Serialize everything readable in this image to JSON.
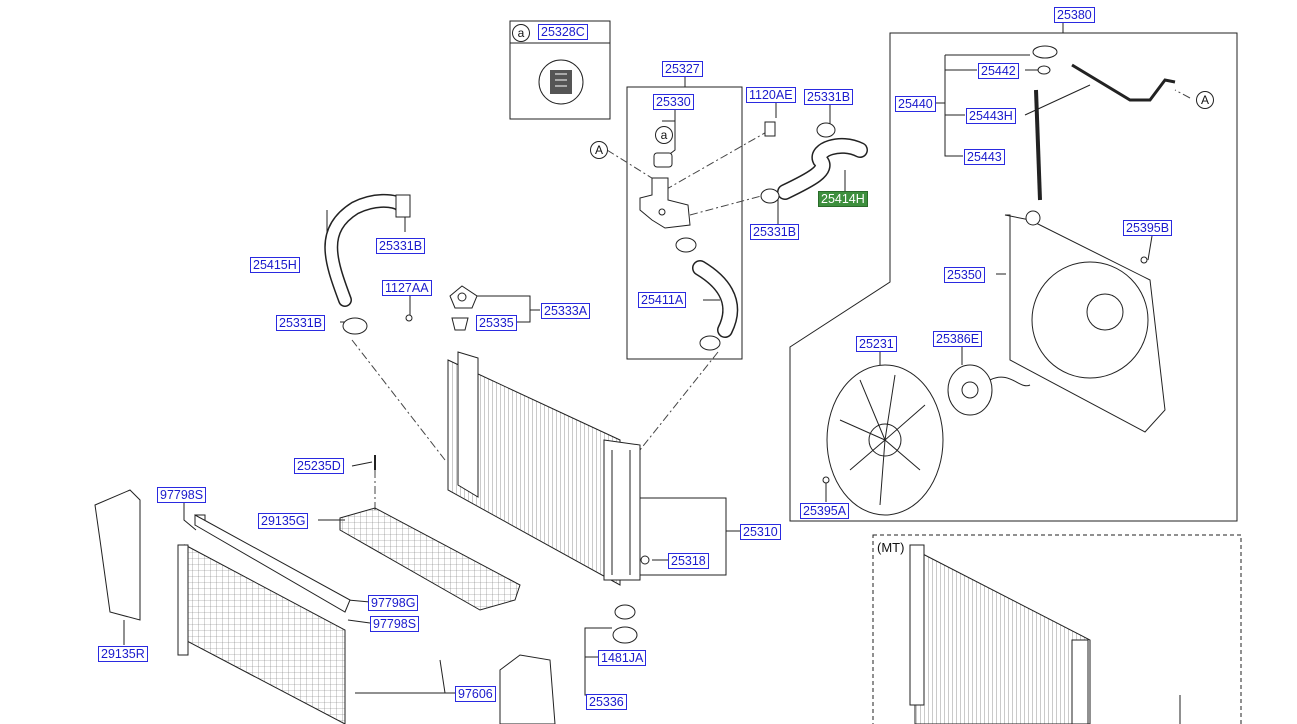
{
  "parts": {
    "p25380": "25380",
    "p25328C": "25328C",
    "p25327": "25327",
    "p25330": "25330",
    "p1120AE": "1120AE",
    "p25331B_a": "25331B",
    "p25331B_b": "25331B",
    "p25331B_c": "25331B",
    "p25331B_d": "25331B",
    "p25414H": "25414H",
    "p25415H": "25415H",
    "p1127AA": "1127AA",
    "p25333A": "25333A",
    "p25335": "25335",
    "p25411A": "25411A",
    "p25442": "25442",
    "p25440": "25440",
    "p25443H": "25443H",
    "p25443": "25443",
    "p25395B": "25395B",
    "p25350": "25350",
    "p25231": "25231",
    "p25386E": "25386E",
    "p25395A": "25395A",
    "p25235D": "25235D",
    "p29135G": "29135G",
    "p97798S_a": "97798S",
    "p97798G": "97798G",
    "p97798S_b": "97798S",
    "p29135R": "29135R",
    "p25310": "25310",
    "p25318": "25318",
    "p1481JA": "1481JA",
    "p25336": "25336",
    "p97606": "97606"
  },
  "markers": {
    "a1": "a",
    "a2": "a",
    "A1": "A",
    "A2": "A"
  },
  "mt_label": "(MT)",
  "colors": {
    "label_border": "#2a2ae0",
    "label_text": "#1a1acc",
    "selected_fill": "#3d8f3d"
  }
}
